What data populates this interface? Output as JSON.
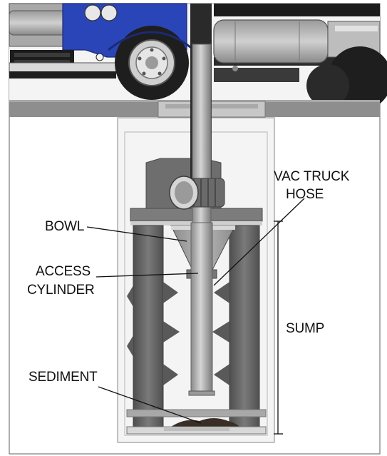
{
  "labels": {
    "vac_truck_hose_line1": "VAC TRUCK",
    "vac_truck_hose_line2": "HOSE",
    "bowl": "BOWL",
    "access_cylinder_line1": "ACCESS",
    "access_cylinder_line2": "CYLINDER",
    "sump": "SUMP",
    "sediment": "SEDIMENT"
  },
  "colors": {
    "truck_blue": "#2a45b8",
    "ground": "#8e8e8e",
    "structure_dark": "#6b6b6b",
    "sediment": "#3a2f26"
  }
}
